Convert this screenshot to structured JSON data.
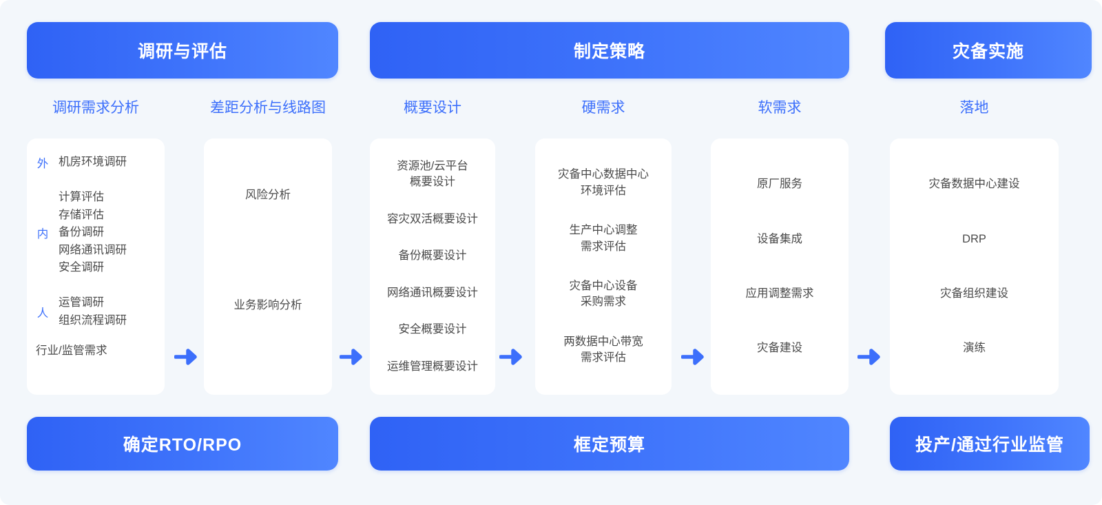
{
  "theme": {
    "page_bg": "#f3f7fb",
    "accent": "#3c6ffb",
    "banner_gradient_from": "#2f62f5",
    "banner_gradient_to": "#5086ff",
    "card_bg": "#ffffff",
    "body_text": "#4a4a4a"
  },
  "phases_top": [
    {
      "label": "调研与评估"
    },
    {
      "label": "制定策略"
    },
    {
      "label": "灾备实施"
    }
  ],
  "phases_bottom": [
    {
      "label": "确定RTO/RPO"
    },
    {
      "label": "框定预算"
    },
    {
      "label": "投产/通过行业监管"
    }
  ],
  "columns": [
    {
      "title": "调研需求分析",
      "groups": [
        {
          "key": "外",
          "items": [
            "机房环境调研"
          ]
        },
        {
          "key": "内",
          "items": [
            "计算评估",
            "存储评估",
            "备份调研",
            "网络通讯调研",
            "安全调研"
          ]
        },
        {
          "key": "人",
          "items": [
            "运管调研",
            "组织流程调研"
          ]
        }
      ],
      "solo": "行业/监管需求"
    },
    {
      "title": "差距分析与线路图",
      "entries": [
        "风险分析",
        "业务影响分析"
      ]
    },
    {
      "title": "概要设计",
      "entries": [
        "资源池/云平台\n概要设计",
        "容灾双活概要设计",
        "备份概要设计",
        "网络通讯概要设计",
        "安全概要设计",
        "运维管理概要设计"
      ]
    },
    {
      "title": "硬需求",
      "entries": [
        "灾备中心数据中心\n环境评估",
        "生产中心调整\n需求评估",
        "灾备中心设备\n采购需求",
        "两数据中心带宽\n需求评估"
      ]
    },
    {
      "title": "软需求",
      "entries": [
        "原厂服务",
        "设备集成",
        "应用调整需求",
        "灾备建设"
      ]
    },
    {
      "title": "落地",
      "entries": [
        "灾备数据中心建设",
        "DRP",
        "灾备组织建设",
        "演练"
      ]
    }
  ],
  "arrows": [
    {
      "name": "arrow-right-icon"
    },
    {
      "name": "arrow-right-icon"
    },
    {
      "name": "arrow-right-icon"
    },
    {
      "name": "arrow-right-icon"
    },
    {
      "name": "arrow-right-icon"
    }
  ]
}
